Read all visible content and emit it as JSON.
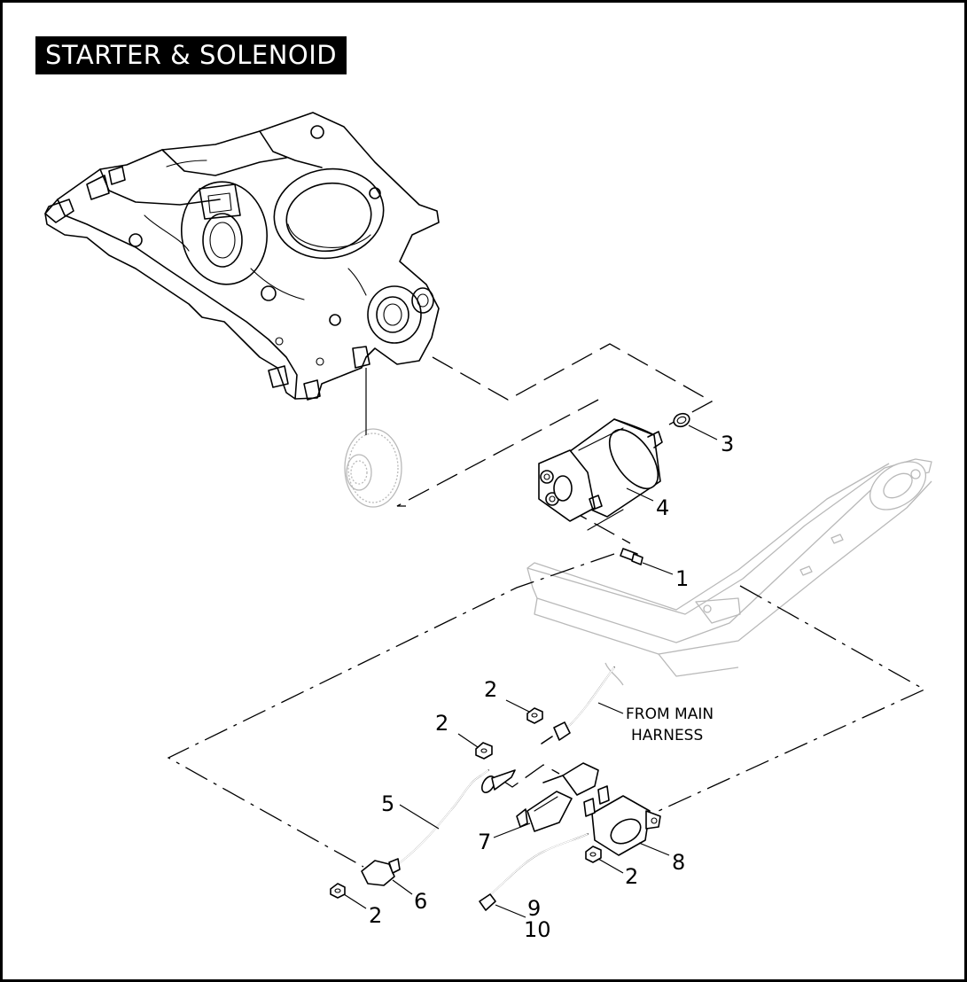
{
  "title": "STARTER & SOLENOID",
  "callouts": {
    "c1": "1",
    "c2a": "2",
    "c2b": "2",
    "c2c": "2",
    "c2d": "2",
    "c3": "3",
    "c4": "4",
    "c5": "5",
    "c6": "6",
    "c7": "7",
    "c8": "8",
    "c9": "9",
    "c10": "10"
  },
  "note": {
    "line1": "FROM MAIN",
    "line2": "HARNESS"
  },
  "colors": {
    "ink": "#000000",
    "ghost": "#b9b9b9",
    "background": "#ffffff"
  }
}
